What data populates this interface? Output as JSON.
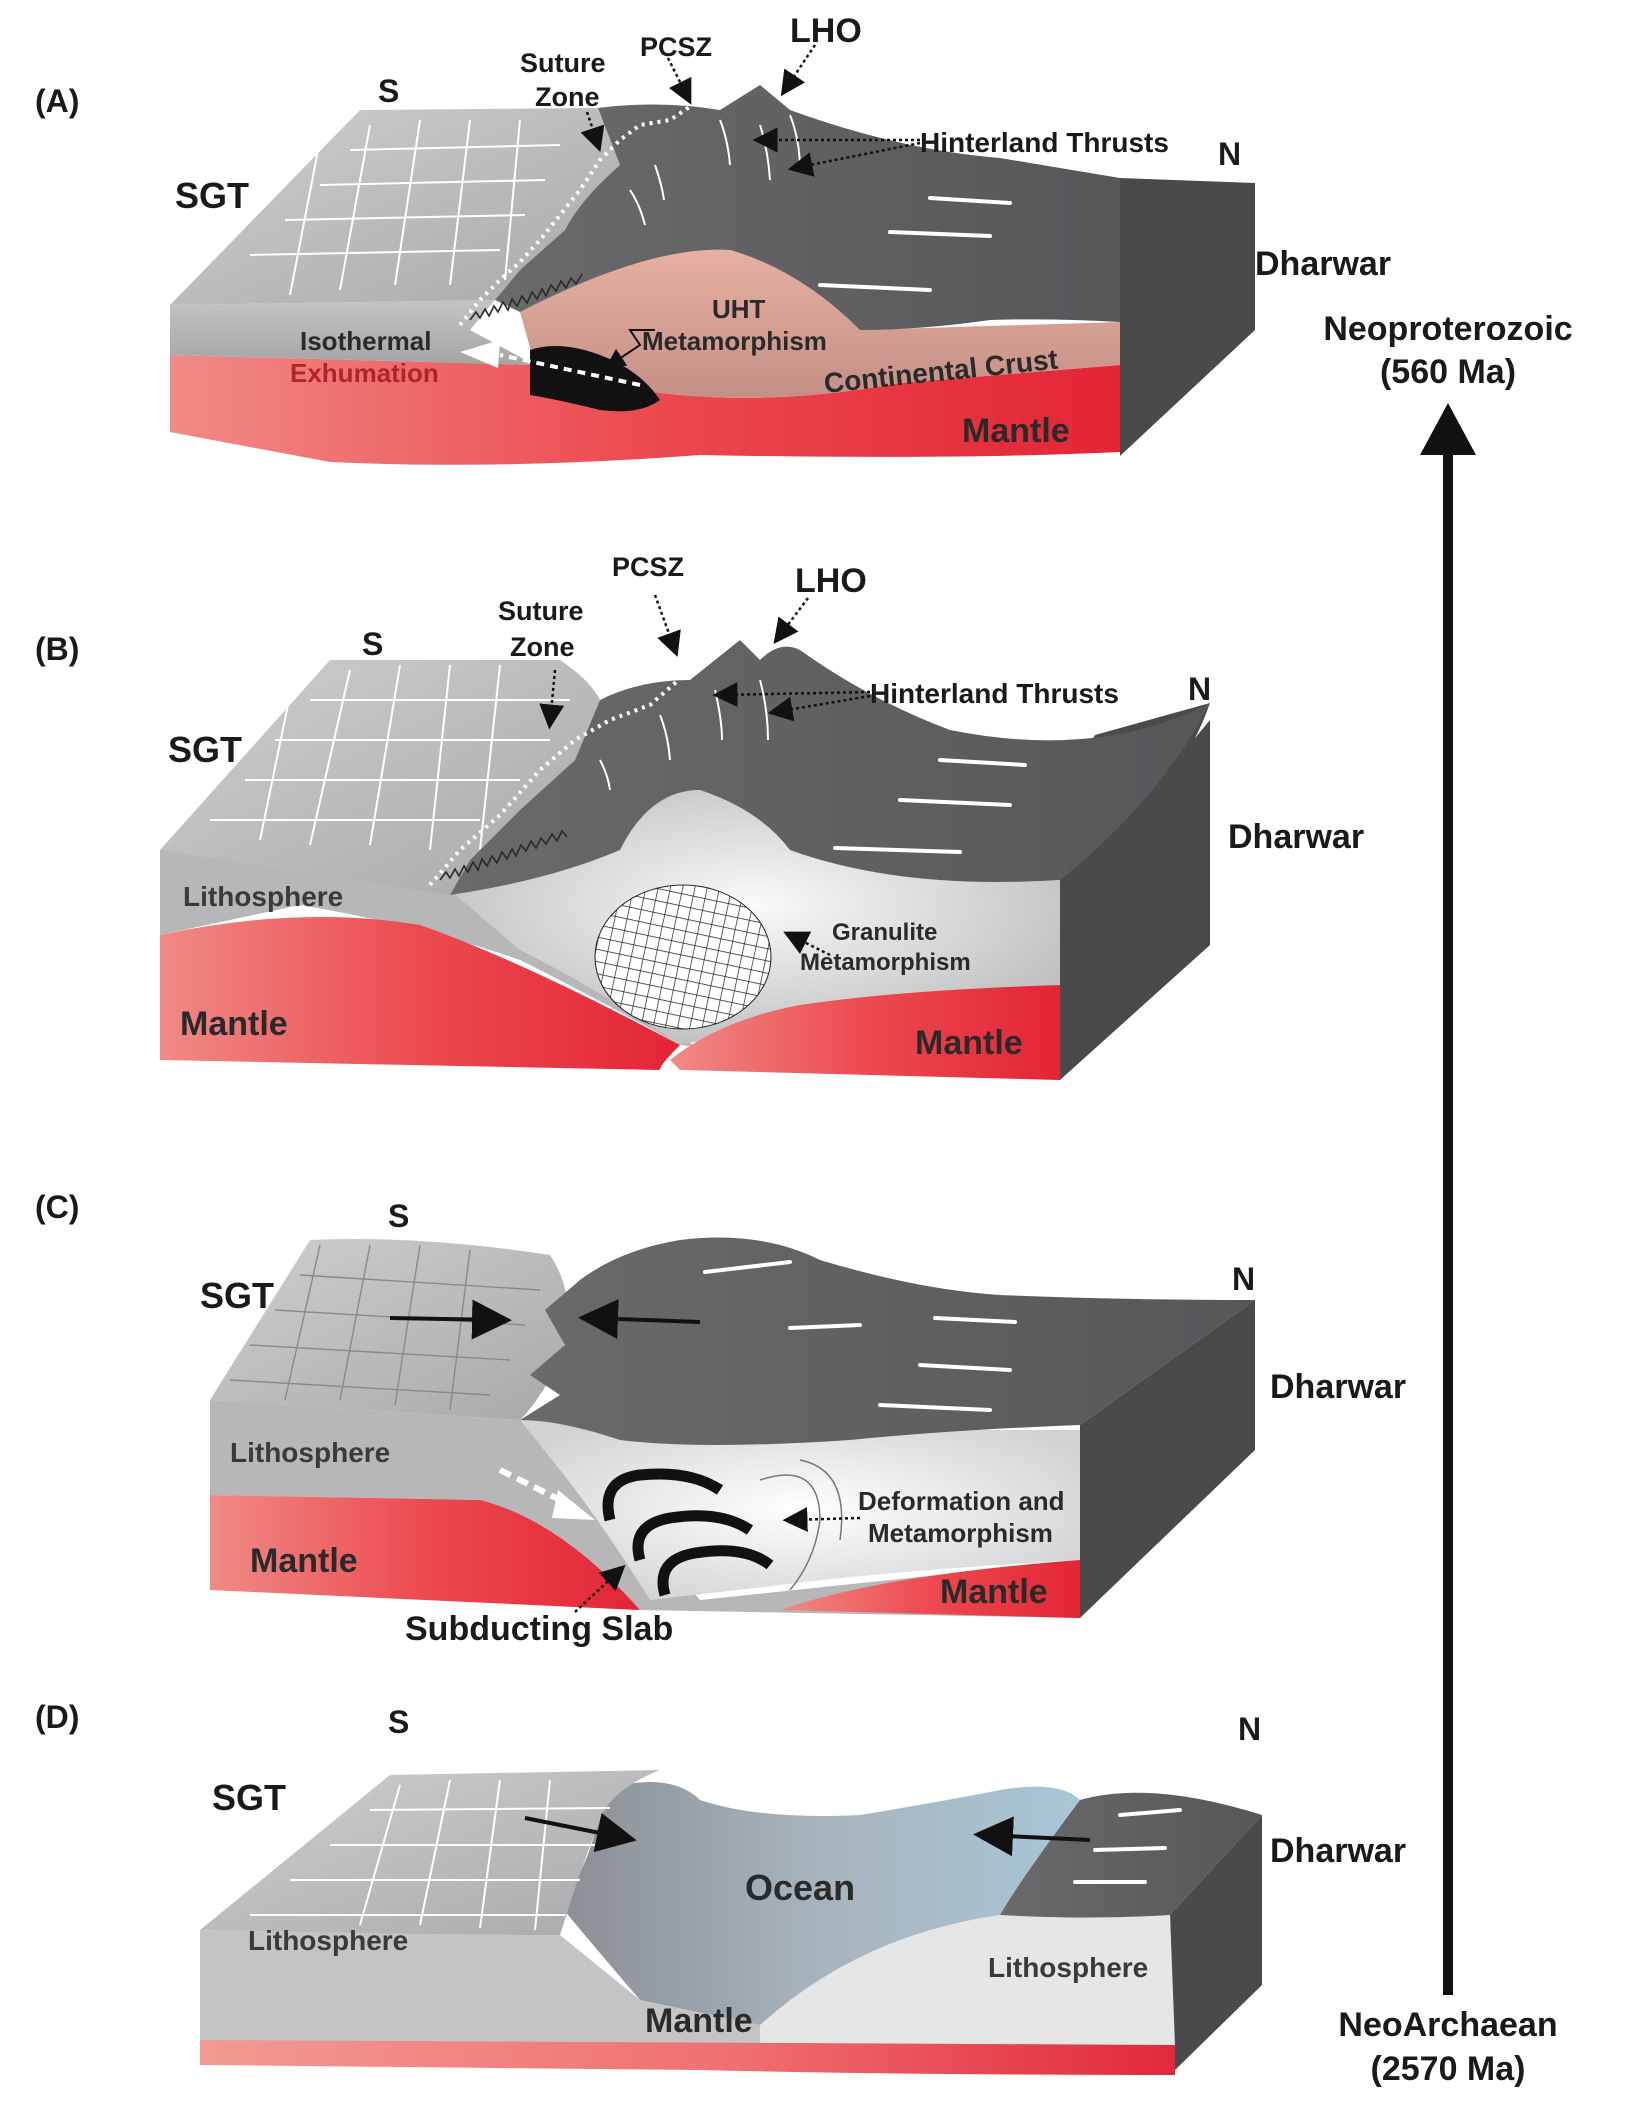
{
  "panels": {
    "A": {
      "tag": "(A)",
      "south": "S",
      "north": "N",
      "sgt": "SGT",
      "dharwar": "Dharwar",
      "suture_1": "Suture",
      "suture_2": "Zone",
      "pcsz": "PCSZ",
      "lho": "LHO",
      "hinterland": "Hinterland Thrusts",
      "isothermal_1": "Isothermal",
      "isothermal_2": "Exhumation",
      "uht_1": "UHT",
      "uht_2": "Metamorphism",
      "continental": "Continental Crust",
      "mantle": "Mantle"
    },
    "B": {
      "tag": "(B)",
      "south": "S",
      "north": "N",
      "sgt": "SGT",
      "dharwar": "Dharwar",
      "suture_1": "Suture",
      "suture_2": "Zone",
      "pcsz": "PCSZ",
      "lho": "LHO",
      "hinterland": "Hinterland Thrusts",
      "lithosphere": "Lithosphere",
      "granulite_1": "Granulite",
      "granulite_2": "Metamorphism",
      "mantle_left": "Mantle",
      "mantle_right": "Mantle"
    },
    "C": {
      "tag": "(C)",
      "south": "S",
      "north": "N",
      "sgt": "SGT",
      "dharwar": "Dharwar",
      "lithosphere": "Lithosphere",
      "deformation_1": "Deformation and",
      "deformation_2": "Metamorphism",
      "mantle_left": "Mantle",
      "mantle_right": "Mantle",
      "slab": "Subducting Slab"
    },
    "D": {
      "tag": "(D)",
      "south": "S",
      "north": "N",
      "sgt": "SGT",
      "dharwar": "Dharwar",
      "ocean": "Ocean",
      "lithosphere_left": "Lithosphere",
      "lithosphere_right": "Lithosphere",
      "mantle": "Mantle"
    }
  },
  "timeline": {
    "top_1": "Neoproterozoic",
    "top_2": "(560 Ma)",
    "bottom_1": "NeoArchaean",
    "bottom_2": "(2570 Ma)"
  },
  "colors": {
    "dharwar_block": "#5f5f61",
    "sgt_block": "#b9b9bb",
    "mantle": "#e8323e",
    "ocean": "#9ab6c9"
  }
}
